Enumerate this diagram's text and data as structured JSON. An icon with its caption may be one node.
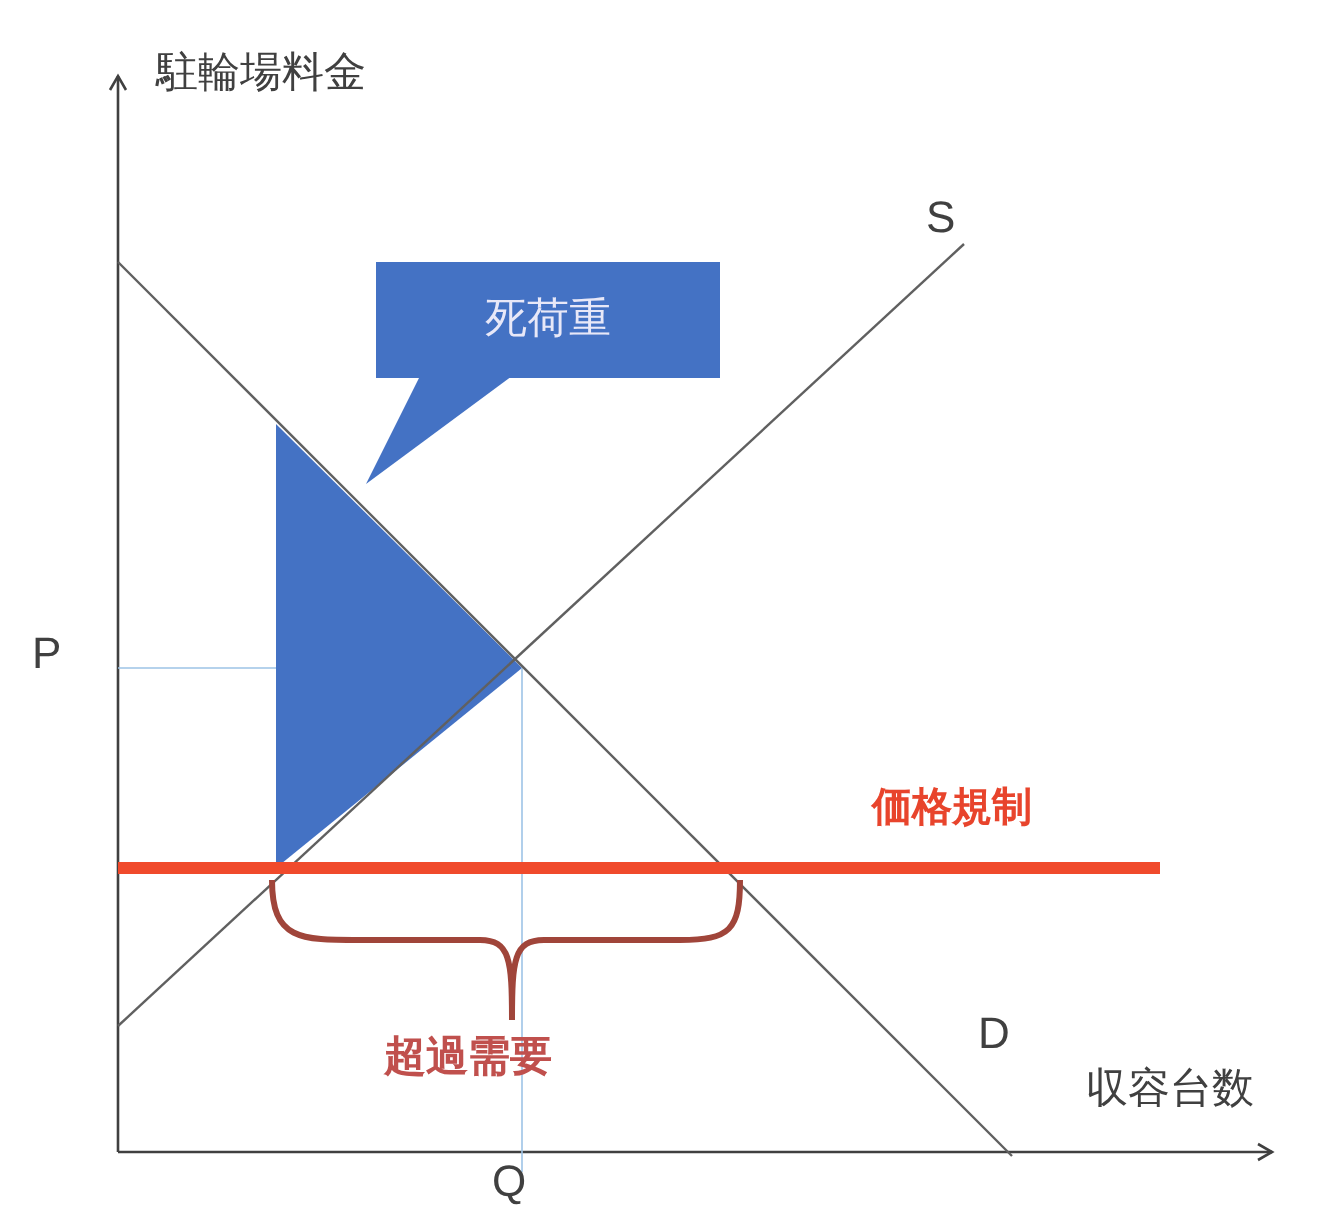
{
  "diagram": {
    "nodes": [
      {
        "text": [
          "死荷重"
        ]
      },
      {
        "text": [],
        "shape": "triangle"
      }
    ],
    "labels": [
      "駐輪場料金",
      "S",
      "P",
      "価格規制",
      "D",
      "収容台数",
      "Q",
      "超過需要"
    ]
  }
}
